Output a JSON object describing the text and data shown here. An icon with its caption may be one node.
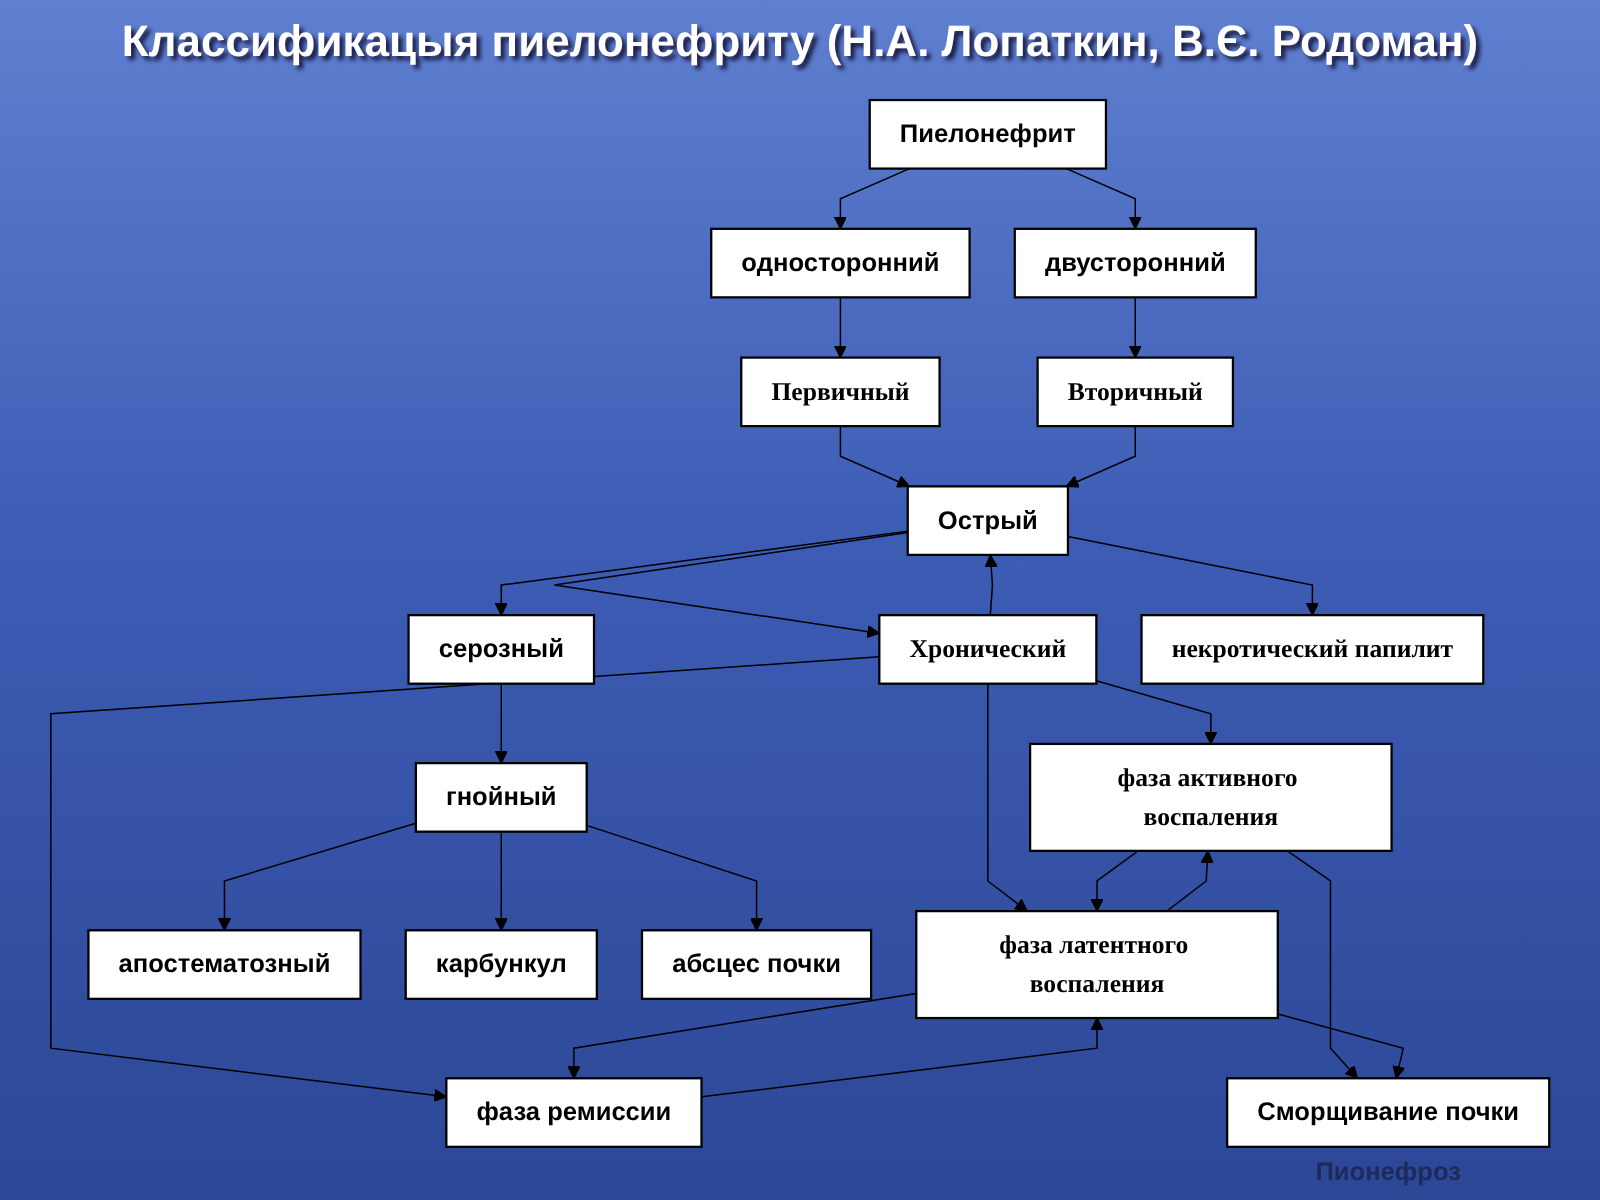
{
  "diagram": {
    "title": "Классификацыя пиелонефриту (Н.А. Лопаткин, В.Є. Родоман)",
    "nodes": [
      {
        "text": [
          "Пиелонефрит"
        ]
      },
      {
        "text": [
          "односторонний"
        ]
      },
      {
        "text": [
          "двусторонний"
        ]
      },
      {
        "text": [
          "Первичный"
        ]
      },
      {
        "text": [
          "Вторичный"
        ]
      },
      {
        "text": [
          "Острый"
        ]
      },
      {
        "text": [
          "Хронический"
        ]
      },
      {
        "text": [
          "серозный"
        ]
      },
      {
        "text": [
          "гнойный"
        ]
      },
      {
        "text": [
          "некротический папилит"
        ]
      },
      {
        "text": [
          "фаза активного воспаления"
        ]
      },
      {
        "text": [
          "фаза латентного воспаления"
        ]
      },
      {
        "text": [
          "фаза ремиссии"
        ]
      },
      {
        "text": [
          "апостематозный"
        ]
      },
      {
        "text": [
          "карбункул"
        ]
      },
      {
        "text": [
          "абсцес почки"
        ]
      },
      {
        "text": [
          "Сморщивание почки"
        ],
        "beside": [
          "Пионефроз"
        ]
      }
    ],
    "edges": [
      {
        "from": 0,
        "to": 1,
        "arrow": "to"
      },
      {
        "from": 0,
        "to": 2,
        "arrow": "to"
      },
      {
        "from": 1,
        "to": 3,
        "arrow": "to"
      },
      {
        "from": 2,
        "to": 4,
        "arrow": "to"
      },
      {
        "from": 3,
        "to": 5,
        "arrow": "to"
      },
      {
        "from": 4,
        "to": 5,
        "arrow": "to"
      },
      {
        "from": 5,
        "to": 6,
        "arrow": "to"
      },
      {
        "from": 6,
        "to": 5,
        "arrow": "to"
      },
      {
        "from": 5,
        "to": 7,
        "arrow": "to"
      },
      {
        "from": 5,
        "to": 9,
        "arrow": "to"
      },
      {
        "from": 6,
        "to": 10,
        "arrow": "to"
      },
      {
        "from": 6,
        "to": 11,
        "arrow": "to"
      },
      {
        "from": 6,
        "to": 12,
        "arrow": "to"
      },
      {
        "from": 7,
        "to": 8,
        "arrow": "to"
      },
      {
        "from": 10,
        "to": 11,
        "arrow": "to"
      },
      {
        "from": 11,
        "to": 10,
        "arrow": "to"
      },
      {
        "from": 11,
        "to": 12,
        "arrow": "to"
      },
      {
        "from": 12,
        "to": 11,
        "arrow": "to"
      },
      {
        "from": 8,
        "to": 13,
        "arrow": "to"
      },
      {
        "from": 8,
        "to": 14,
        "arrow": "to"
      },
      {
        "from": 8,
        "to": 15,
        "arrow": "to"
      },
      {
        "from": 10,
        "to": 16,
        "arrow": "to"
      },
      {
        "from": 11,
        "to": 16,
        "arrow": "to"
      }
    ]
  }
}
